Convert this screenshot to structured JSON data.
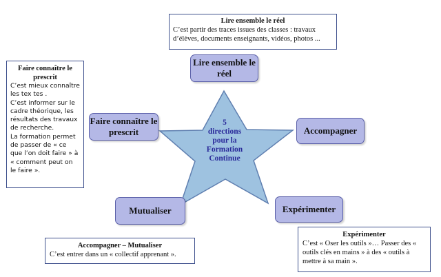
{
  "center": {
    "lines": [
      "5",
      "directions",
      "pour la",
      "Formation",
      "Continue"
    ]
  },
  "nodes": {
    "lire": "Lire ensemble le réel",
    "faire": "Faire connaître le prescrit",
    "accompagner": "Accompagner",
    "mutualiser": "Mutualiser",
    "experimenter": "Expérimenter"
  },
  "boxes": {
    "top": {
      "title": "Lire ensemble le réel",
      "body": "C’est partir des traces issues des classes : travaux d’élèves, documents enseignants, vidéos, photos ..."
    },
    "left": {
      "title": "Faire connaître le prescrit",
      "paragraphs": [
        "C’est mieux connaître les tex tes .",
        "C’est informer sur le cadre théorique, les résultats des travaux de recherche.",
        "La formation permet de passer de « ce que l’on doit faire » à « comment peut on le faire »."
      ]
    },
    "bottom_left": {
      "title": "Accompagner – Mutualiser",
      "body": "C’est entrer dans un « collectif apprenant »."
    },
    "bottom_right": {
      "title": "Expérimenter",
      "body": "C’est « Oser les outils »… Passer des « outils clés en mains » à des « outils à mettre à sa main »."
    }
  },
  "colors": {
    "star_fill": "#9ec2e0",
    "star_stroke": "#5f7fb0",
    "node_fill": "#b4b8e6",
    "box_border": "#3d4f8c"
  }
}
